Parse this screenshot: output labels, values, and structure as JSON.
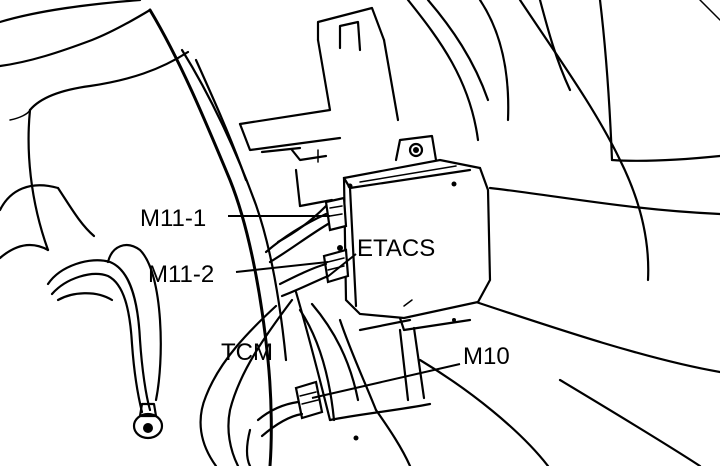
{
  "callouts": {
    "m11_1": "M11-1",
    "m11_2": "M11-2",
    "etacs": "ETACS",
    "tcm": "TCM",
    "m10": "M10"
  },
  "colors": {
    "ink": "#000000",
    "paper": "#ffffff"
  }
}
